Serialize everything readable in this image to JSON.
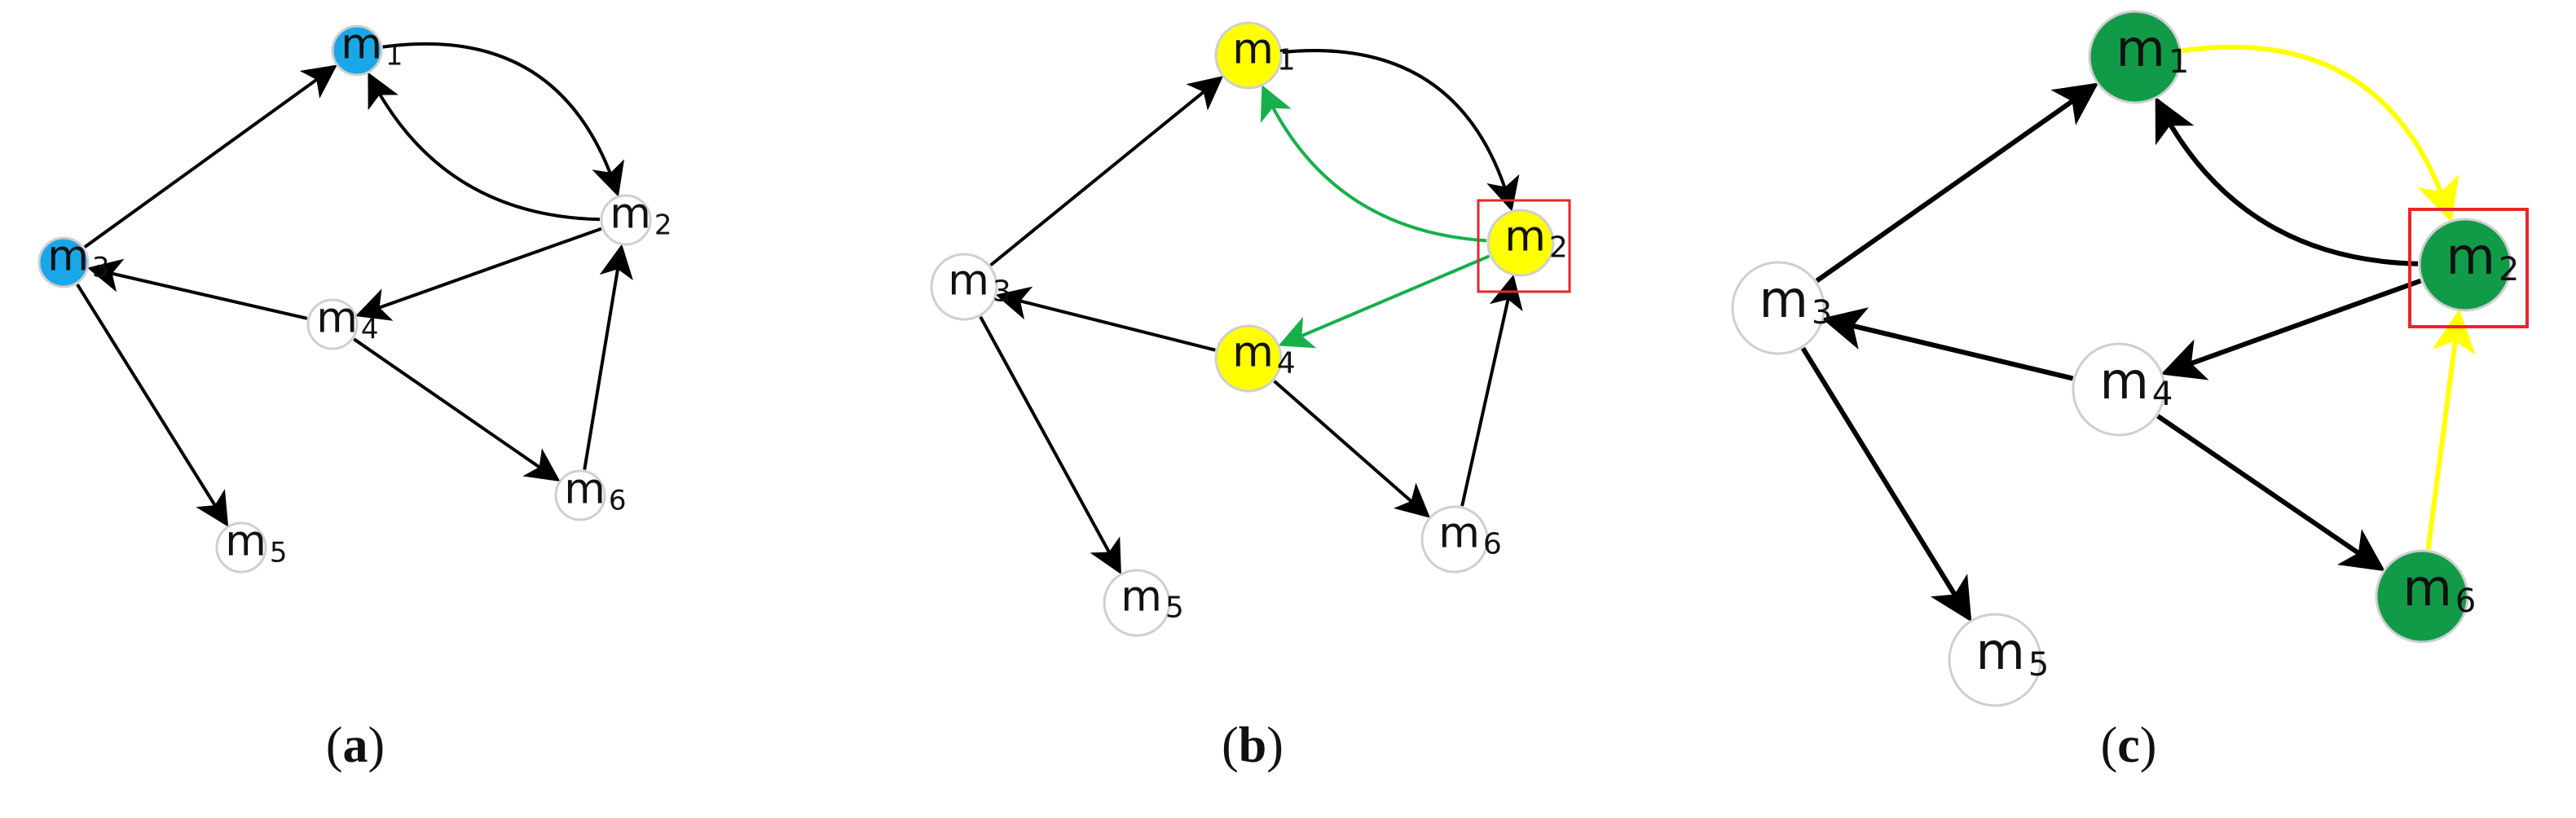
{
  "panels": [
    {
      "id": "a",
      "caption_open": "(",
      "caption_letter": "a",
      "caption_close": ")",
      "nodes": [
        {
          "id": "m1",
          "base": "m",
          "sub": "1",
          "fill": "#1aa7e8"
        },
        {
          "id": "m2",
          "base": "m",
          "sub": "2",
          "fill": "#ffffff"
        },
        {
          "id": "m3",
          "base": "m",
          "sub": "3",
          "fill": "#1aa7e8"
        },
        {
          "id": "m4",
          "base": "m",
          "sub": "4",
          "fill": "#ffffff"
        },
        {
          "id": "m5",
          "base": "m",
          "sub": "5",
          "fill": "#ffffff"
        },
        {
          "id": "m6",
          "base": "m",
          "sub": "6",
          "fill": "#ffffff"
        }
      ],
      "edges": [
        {
          "from": "m3",
          "to": "m1",
          "color": "#000000"
        },
        {
          "from": "m1",
          "to": "m2",
          "color": "#000000",
          "curve": "outer"
        },
        {
          "from": "m2",
          "to": "m1",
          "color": "#000000",
          "curve": "inner"
        },
        {
          "from": "m2",
          "to": "m4",
          "color": "#000000"
        },
        {
          "from": "m4",
          "to": "m3",
          "color": "#000000"
        },
        {
          "from": "m4",
          "to": "m6",
          "color": "#000000"
        },
        {
          "from": "m6",
          "to": "m2",
          "color": "#000000"
        },
        {
          "from": "m3",
          "to": "m5",
          "color": "#000000"
        }
      ],
      "highlight": null
    },
    {
      "id": "b",
      "caption_open": "(",
      "caption_letter": "b",
      "caption_close": ")",
      "nodes": [
        {
          "id": "m1",
          "base": "m",
          "sub": "1",
          "fill": "#ffff00"
        },
        {
          "id": "m2",
          "base": "m",
          "sub": "2",
          "fill": "#ffff00"
        },
        {
          "id": "m3",
          "base": "m",
          "sub": "3",
          "fill": "#ffffff"
        },
        {
          "id": "m4",
          "base": "m",
          "sub": "4",
          "fill": "#ffff00"
        },
        {
          "id": "m5",
          "base": "m",
          "sub": "5",
          "fill": "#ffffff"
        },
        {
          "id": "m6",
          "base": "m",
          "sub": "6",
          "fill": "#ffffff"
        }
      ],
      "edges": [
        {
          "from": "m3",
          "to": "m1",
          "color": "#000000"
        },
        {
          "from": "m1",
          "to": "m2",
          "color": "#000000",
          "curve": "outer"
        },
        {
          "from": "m2",
          "to": "m1",
          "color": "#16b04a",
          "curve": "inner"
        },
        {
          "from": "m2",
          "to": "m4",
          "color": "#16b04a"
        },
        {
          "from": "m4",
          "to": "m3",
          "color": "#000000"
        },
        {
          "from": "m4",
          "to": "m6",
          "color": "#000000"
        },
        {
          "from": "m6",
          "to": "m2",
          "color": "#000000"
        },
        {
          "from": "m3",
          "to": "m5",
          "color": "#000000"
        }
      ],
      "highlight": "m2"
    },
    {
      "id": "c",
      "caption_open": "(",
      "caption_letter": "c",
      "caption_close": ")",
      "nodes": [
        {
          "id": "m1",
          "base": "m",
          "sub": "1",
          "fill": "#119a48"
        },
        {
          "id": "m2",
          "base": "m",
          "sub": "2",
          "fill": "#119a48"
        },
        {
          "id": "m3",
          "base": "m",
          "sub": "3",
          "fill": "#ffffff"
        },
        {
          "id": "m4",
          "base": "m",
          "sub": "4",
          "fill": "#ffffff"
        },
        {
          "id": "m5",
          "base": "m",
          "sub": "5",
          "fill": "#ffffff"
        },
        {
          "id": "m6",
          "base": "m",
          "sub": "6",
          "fill": "#119a48"
        }
      ],
      "edges": [
        {
          "from": "m3",
          "to": "m1",
          "color": "#000000"
        },
        {
          "from": "m1",
          "to": "m2",
          "color": "#ffff00",
          "curve": "outer"
        },
        {
          "from": "m2",
          "to": "m1",
          "color": "#000000",
          "curve": "inner"
        },
        {
          "from": "m2",
          "to": "m4",
          "color": "#000000"
        },
        {
          "from": "m4",
          "to": "m3",
          "color": "#000000"
        },
        {
          "from": "m4",
          "to": "m6",
          "color": "#000000"
        },
        {
          "from": "m6",
          "to": "m2",
          "color": "#ffff00"
        },
        {
          "from": "m3",
          "to": "m5",
          "color": "#000000"
        }
      ],
      "highlight": "m2"
    }
  ]
}
